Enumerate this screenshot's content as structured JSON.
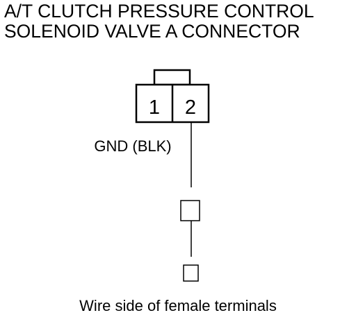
{
  "title": {
    "line1": "A/T CLUTCH PRESSURE CONTROL",
    "line2": "SOLENOID VALVE A CONNECTOR"
  },
  "connector": {
    "pin1_label": "1",
    "pin2_label": "2"
  },
  "wire": {
    "label": "GND (BLK)"
  },
  "caption": "Wire side of female terminals"
}
